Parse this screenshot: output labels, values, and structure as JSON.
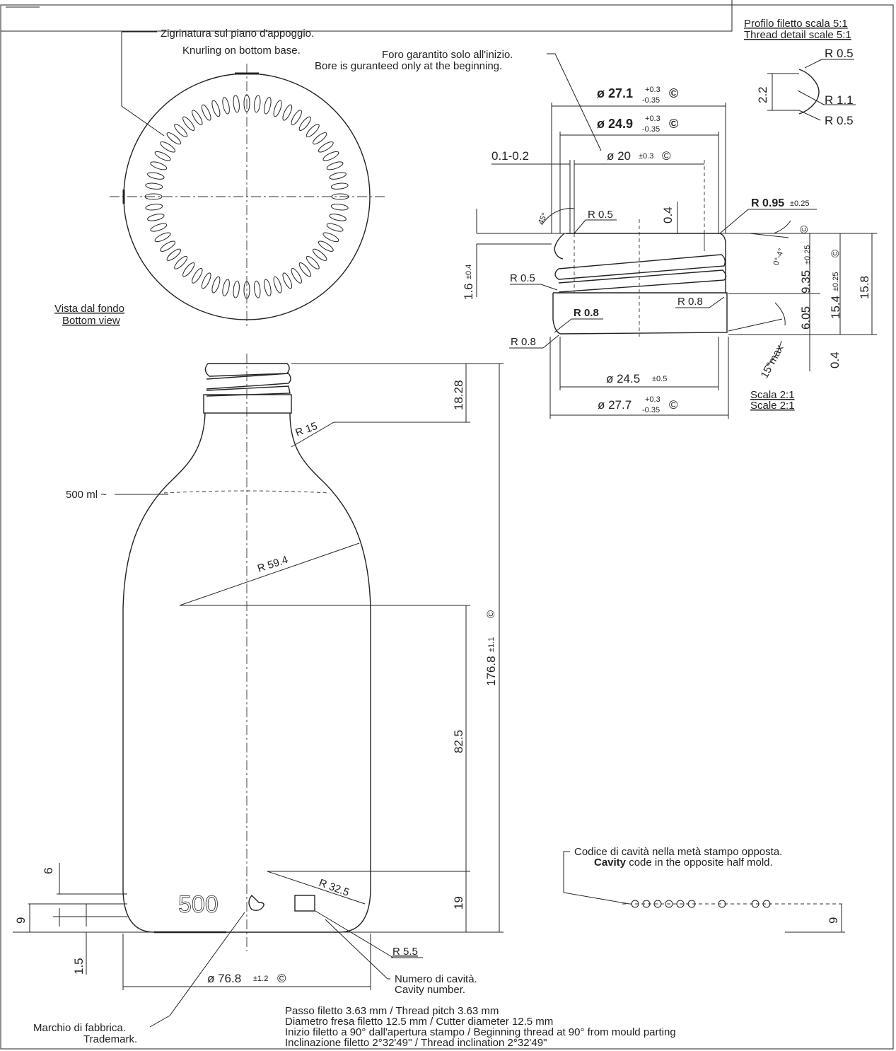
{
  "notes": {
    "knurling_it": "Zigrinatura sul piano d'appoggio.",
    "knurling_en": "Knurling on bottom base.",
    "bore_it": "Foro garantito solo all'inizio.",
    "bore_en": "Bore is guranteed only at the beginning.",
    "thread_scale_it": "Profilo filetto scala 5:1",
    "thread_scale_en": "Thread detail scale 5:1",
    "bottom_view_it": "Vista dal fondo",
    "bottom_view_en": "Bottom view",
    "scale_it": "Scala 2:1",
    "scale_en": "Scale 2:1",
    "cavity_code_it": "Codice di cavità nella metà stampo opposta.",
    "cavity_code_en_bold": "Cavity",
    "cavity_code_en_rest": " code in the opposite half mold.",
    "cavity_number_it": "Numero di cavità.",
    "cavity_number_en": "Cavity number.",
    "trademark_it": "Marchio di fabbrica.",
    "trademark_en": "Trademark.",
    "volume": "500 ml ~",
    "embossed": "500",
    "spec_lines": [
      "Passo filetto 3.63 mm / Thread pitch 3.63 mm",
      "Diametro fresa filetto 12.5 mm / Cutter diameter 12.5 mm",
      "Inizio filetto a 90° dall'apertura stampo / Beginning thread at 90° from mould parting",
      "Inclinazione filetto 2°32'49'' / Thread inclination 2°32'49\""
    ]
  },
  "finish_dims": {
    "d271": "ø 27.1",
    "d271_tol_up": "+0.3",
    "d271_tol_dn": "-0.35",
    "d271_sym": "©",
    "d249": "ø 24.9",
    "d249_tol_up": "+0.3",
    "d249_tol_dn": "-0.35",
    "d249_sym": "©",
    "d20": "ø 20",
    "d20_tol": "±0.3",
    "d20_sym": "©",
    "gap": "0.1-0.2",
    "angle45": "45°",
    "r05a": "R 0.5",
    "v04a": "0.4",
    "r095": "R 0.95",
    "r095_tol": "±0.25",
    "angle04": "0°-4°",
    "sym_c": "©",
    "v16": "1.6",
    "v16_tol": "±0.4",
    "r05b": "R 0.5",
    "r08a": "R 0.8",
    "r08b": "R 0.8",
    "r08c": "R 0.8",
    "v935": "9.35",
    "v935_tol": "±0.25",
    "v605": "6.05",
    "v154": "15.4",
    "v154_tol": "±0.25",
    "v154_sym": "©",
    "v158": "15.8",
    "v04b": "0.4",
    "angle15": "15°max",
    "d245": "ø 24.5",
    "d245_tol": "±0.5",
    "d277": "ø 27.7",
    "d277_tol_up": "+0.3",
    "d277_tol_dn": "-0.35",
    "d277_sym": "©"
  },
  "thread_profile": {
    "r05_top": "R 0.5",
    "r11": "R 1.1",
    "r05_bot": "R 0.5",
    "h22": "2.2"
  },
  "bottle_dims": {
    "h1828": "18.28",
    "r15": "R 15",
    "r594": "R 59.4",
    "h1768": "176.8",
    "h1768_tol": "±1.1",
    "h1768_sym": "©",
    "h825": "82.5",
    "h19": "19",
    "r325": "R 32.5",
    "r55": "R 5.5",
    "d768": "ø 76.8",
    "d768_tol": "±1.2",
    "d768_sym": "©",
    "h6": "6",
    "h9_left": "9",
    "h15": "1.5",
    "h9_right": "9"
  }
}
